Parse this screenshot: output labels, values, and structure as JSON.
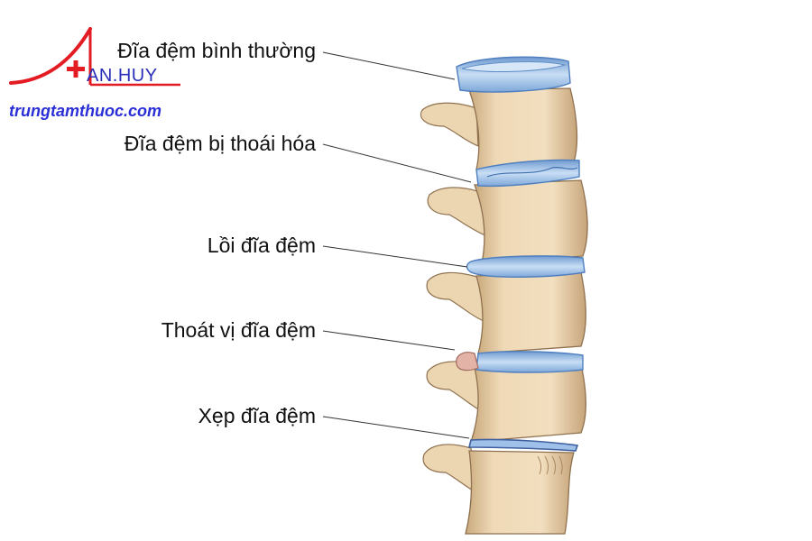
{
  "brand": {
    "name": "AN.HUY",
    "website": "trungtamthuoc.com",
    "colors": {
      "red": "#e31b23",
      "blue": "#2a2fb8"
    }
  },
  "diagram": {
    "labels": [
      "Đĩa đệm bình thường",
      "Đĩa đệm bị thoái hóa",
      "Lồi đĩa đệm",
      "Thoát vị đĩa đệm",
      "Xẹp đĩa đệm"
    ],
    "colors": {
      "bone": "#efd9b6",
      "bone_shade": "#c9a97c",
      "disc": "#a9c9ec",
      "disc_edge": "#5f8fc8",
      "herniation": "#e2b3a6"
    }
  }
}
